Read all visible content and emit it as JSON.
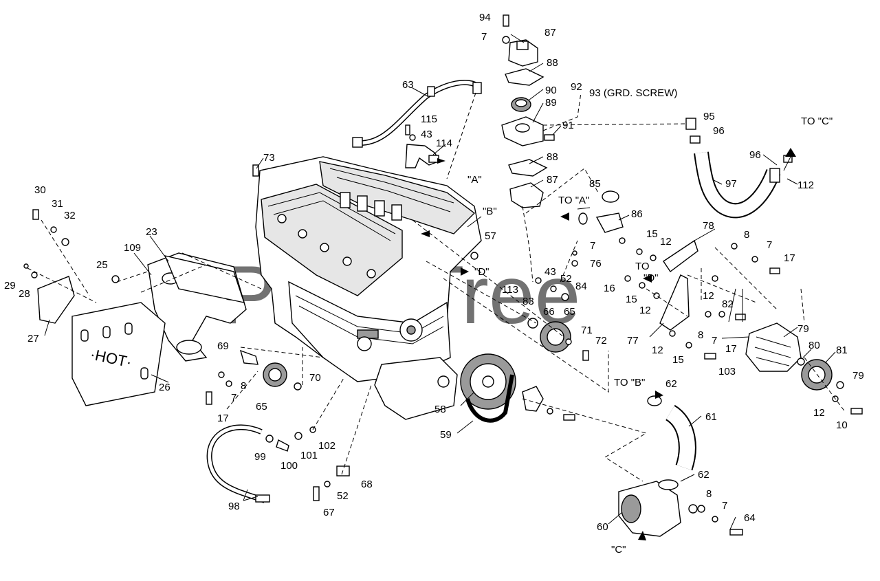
{
  "watermark": "PartsTree",
  "callouts": {
    "c94": "94",
    "c7a": "7",
    "c87a": "87",
    "c88a": "88",
    "c90": "90",
    "c89": "89",
    "c92": "92",
    "c93": "93 (GRD. SCREW)",
    "c91": "91",
    "c88b": "88",
    "c87b": "87",
    "c63": "63",
    "c115": "115",
    "c43a": "43",
    "c114": "114",
    "refA1": "\"A\"",
    "c73": "73",
    "c95": "95",
    "c96a": "96",
    "c97": "97",
    "toC": "TO \"C\"",
    "c96b": "96",
    "c112": "112",
    "c85a": "85",
    "toA": "TO \"A\"",
    "c86": "86",
    "c30": "30",
    "c31": "31",
    "c32": "32",
    "c23": "23",
    "c109": "109",
    "c25": "25",
    "c29": "29",
    "c28": "28",
    "c27": "27",
    "c26": "26",
    "refB1": "\"B\"",
    "c57": "57",
    "refD1": "\"D\"",
    "c113": "113",
    "c83": "83",
    "c43b": "43",
    "c52a": "52",
    "c84": "84",
    "c7b": "7",
    "c76": "76",
    "c78": "78",
    "c15a": "15",
    "c12a": "12",
    "c8a": "8",
    "c7c": "7",
    "c17a": "17",
    "toD1": "TO",
    "toD2": "\"D\"",
    "c16": "16",
    "c15b": "15",
    "c12b": "12",
    "c12c": "12",
    "c82": "82",
    "c8b": "8",
    "c7d": "7",
    "c17b": "17",
    "c77": "77",
    "c12d": "12",
    "c15c": "15",
    "c103": "103",
    "c79a": "79",
    "c80": "80",
    "c81": "81",
    "c79b": "79",
    "c12e": "12",
    "c10": "10",
    "c66": "66",
    "c65a": "65",
    "c71": "71",
    "c72": "72",
    "c69": "69",
    "c8c": "8",
    "c70": "70",
    "c7e": "7",
    "c65b": "65",
    "c17c": "17",
    "c58": "58",
    "c59": "59",
    "toB": "TO \"B\"",
    "c62a": "62",
    "c61": "61",
    "c99": "99",
    "c101": "101",
    "c102": "102",
    "c100": "100",
    "c68": "68",
    "c52b": "52",
    "c67": "67",
    "c98": "98",
    "c62b": "62",
    "c8d": "8",
    "c7f": "7",
    "c64": "64",
    "c60": "60",
    "refC": "\"C\""
  },
  "colors": {
    "ink": "#000000",
    "watermark": "#c8c8c8",
    "background": "#ffffff"
  }
}
